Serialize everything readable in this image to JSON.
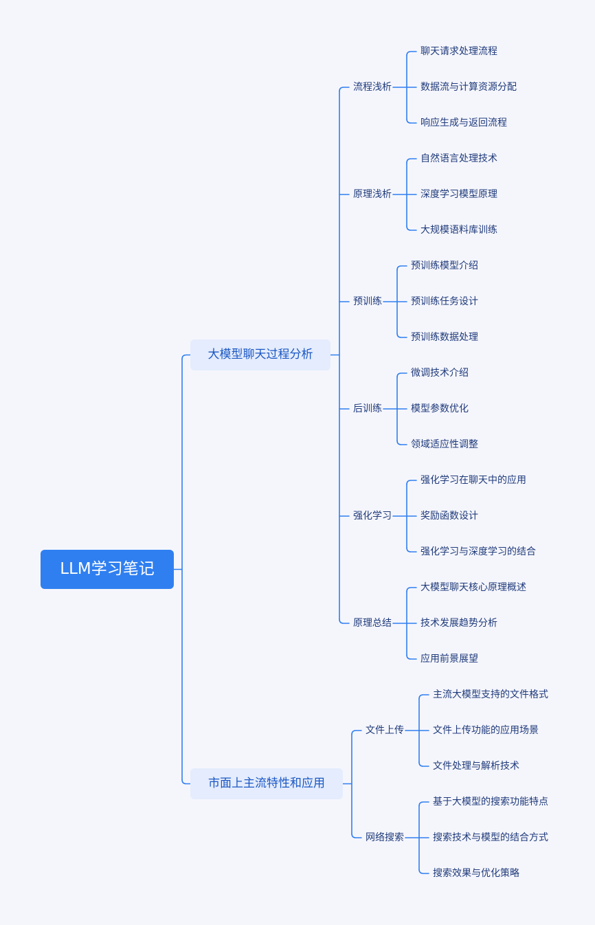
{
  "root": {
    "label": "LLM学习笔记",
    "color": "#2f7ff0"
  },
  "line_color": "#2f7ff0",
  "branches": [
    {
      "label": "大模型聊天过程分析",
      "children": [
        {
          "label": "流程浅析",
          "leaves": [
            "聊天请求处理流程",
            "数据流与计算资源分配",
            "响应生成与返回流程"
          ]
        },
        {
          "label": "原理浅析",
          "leaves": [
            "自然语言处理技术",
            "深度学习模型原理",
            "大规模语料库训练"
          ]
        },
        {
          "label": "预训练",
          "leaves": [
            "预训练模型介绍",
            "预训练任务设计",
            "预训练数据处理"
          ]
        },
        {
          "label": "后训练",
          "leaves": [
            "微调技术介绍",
            "模型参数优化",
            "领域适应性调整"
          ]
        },
        {
          "label": "强化学习",
          "leaves": [
            "强化学习在聊天中的应用",
            "奖励函数设计",
            "强化学习与深度学习的结合"
          ]
        },
        {
          "label": "原理总结",
          "leaves": [
            "大模型聊天核心原理概述",
            "技术发展趋势分析",
            "应用前景展望"
          ]
        }
      ]
    },
    {
      "label": "市面上主流特性和应用",
      "children": [
        {
          "label": "文件上传",
          "leaves": [
            "主流大模型支持的文件格式",
            "文件上传功能的应用场景",
            "文件处理与解析技术"
          ]
        },
        {
          "label": "网络搜索",
          "leaves": [
            "基于大模型的搜索功能特点",
            "搜索技术与模型的结合方式",
            "搜索效果与优化策略"
          ]
        }
      ]
    }
  ]
}
